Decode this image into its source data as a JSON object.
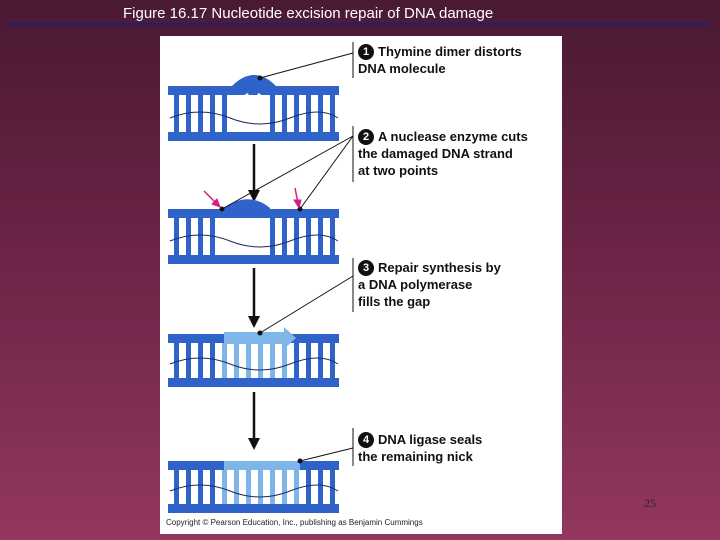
{
  "slide": {
    "title": "Figure 16.17  Nucleotide excision repair of DNA damage",
    "page_number": "25"
  },
  "figure": {
    "steps": [
      {
        "number": "1",
        "lines": [
          "Thymine dimer distorts",
          "DNA molecule"
        ]
      },
      {
        "number": "2",
        "lines": [
          "A nuclease enzyme cuts",
          "the damaged DNA strand",
          "at two points"
        ]
      },
      {
        "number": "3",
        "lines": [
          "Repair synthesis by",
          "a DNA polymerase",
          "fills the gap"
        ]
      },
      {
        "number": "4",
        "lines": [
          "DNA ligase seals",
          "the remaining nick"
        ]
      }
    ],
    "copyright": "Copyright © Pearson Education, Inc., publishing as Benjamin Cummings",
    "colors": {
      "dna_strand": "#2f63c9",
      "new_dna": "#7fb6ea",
      "cut_arrows": "#d0208a",
      "background": "#ffffff"
    }
  }
}
